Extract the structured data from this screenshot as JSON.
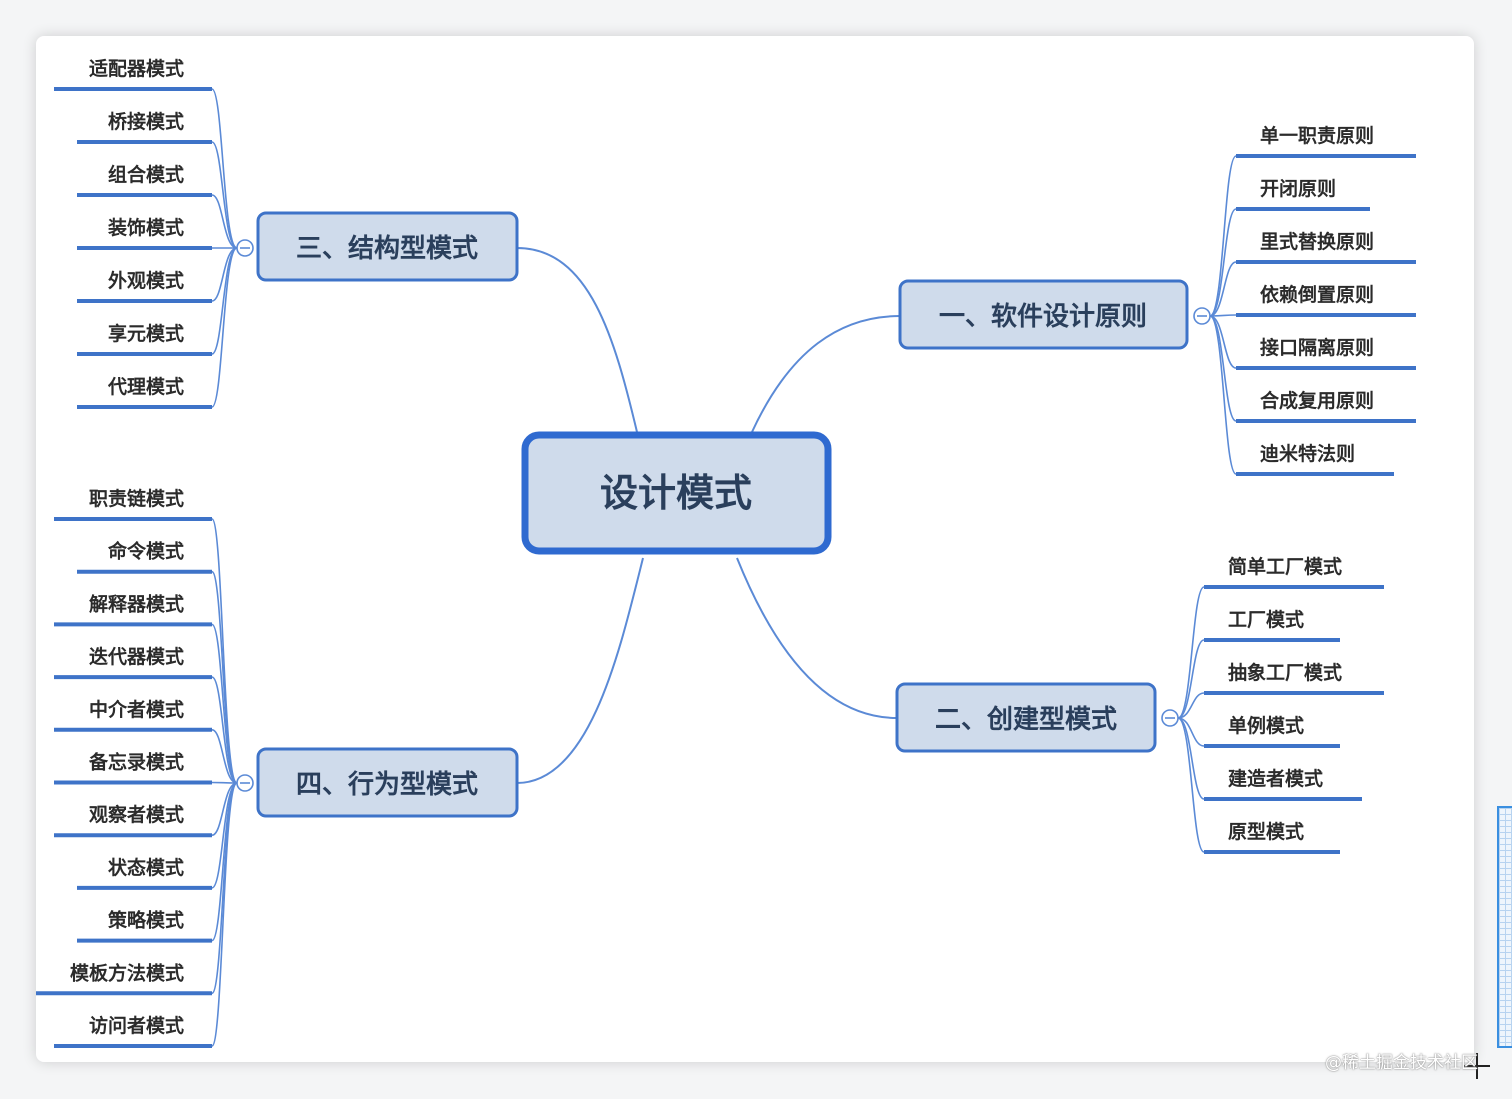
{
  "diagram": {
    "root": {
      "label": "设计模式"
    },
    "branches": [
      {
        "id": "principles",
        "label": "一、软件设计原则",
        "children": [
          "单一职责原则",
          "开闭原则",
          "里式替换原则",
          "依赖倒置原则",
          "接口隔离原则",
          "合成复用原则",
          "迪米特法则"
        ]
      },
      {
        "id": "creational",
        "label": "二、创建型模式",
        "children": [
          "简单工厂模式",
          "工厂模式",
          "抽象工厂模式",
          "单例模式",
          "建造者模式",
          "原型模式"
        ]
      },
      {
        "id": "structural",
        "label": "三、结构型模式",
        "children": [
          "适配器模式",
          "桥接模式",
          "组合模式",
          "装饰模式",
          "外观模式",
          "享元模式",
          "代理模式"
        ]
      },
      {
        "id": "behavioral",
        "label": "四、行为型模式",
        "children": [
          "职责链模式",
          "命令模式",
          "解释器模式",
          "迭代器模式",
          "中介者模式",
          "备忘录模式",
          "观察者模式",
          "状态模式",
          "策略模式",
          "模板方法模式",
          "访问者模式"
        ]
      }
    ],
    "colors": {
      "node_fill": "#cfdbeb",
      "node_stroke": "#3e73c8",
      "connector": "#5b8ad6",
      "text": "#2a3f5c"
    }
  },
  "watermark": "@稀土掘金技术社区"
}
